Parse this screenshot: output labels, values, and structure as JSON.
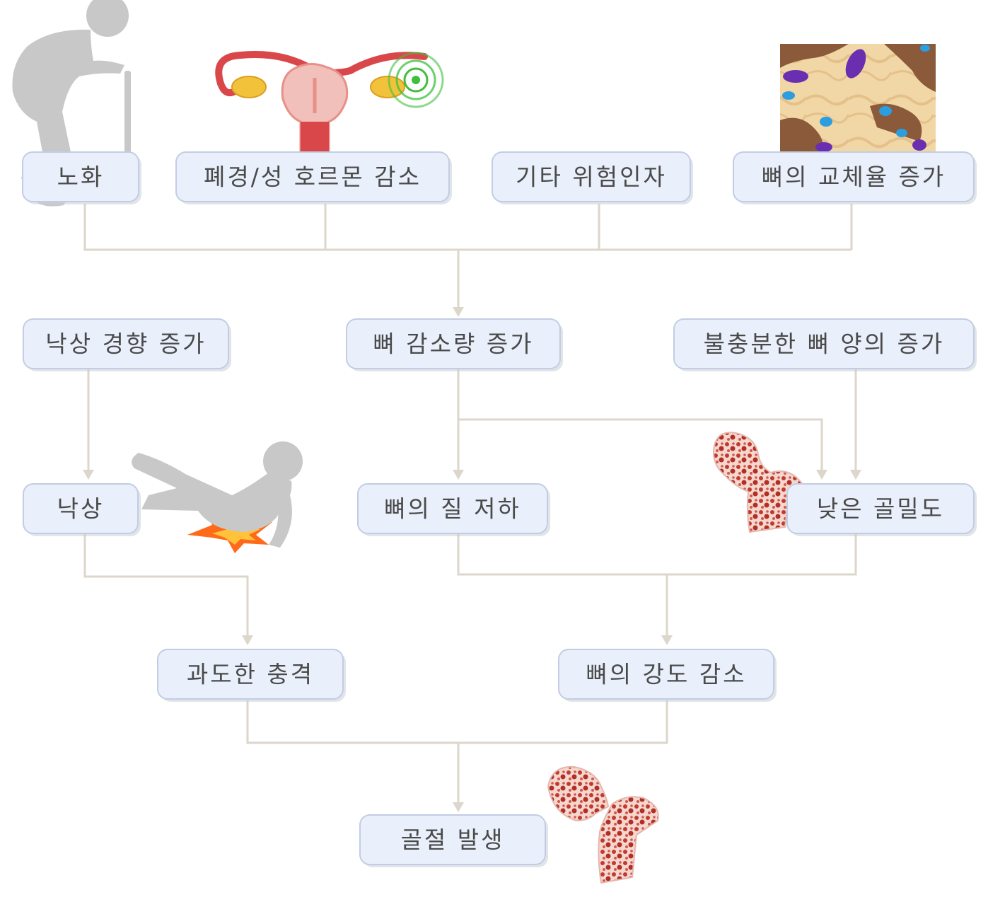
{
  "nodes": {
    "aging": "노화",
    "menopause": "폐경/성 호르몬 감소",
    "other_risk": "기타 위험인자",
    "bone_turnover": "뼈의 교체율 증가",
    "fall_tendency": "낙상 경향 증가",
    "bone_loss": "뼈 감소량 증가",
    "insufficient_bone": "불충분한 뼈 양의 증가",
    "fall": "낙상",
    "bone_quality": "뼈의 질 저하",
    "low_density": "낮은 골밀도",
    "excess_impact": "과도한 충격",
    "bone_strength": "뼈의 강도 감소",
    "fracture": "골절 발생"
  },
  "colors": {
    "node_fill": "#eaf0fb",
    "node_border": "#c2cde3",
    "connector": "#ddd6cb",
    "text": "#4a4a4a",
    "silhouette": "#c8c8c8",
    "bone": "#c23a2e",
    "uterus": "#d9474a",
    "ovary": "#f2c33a",
    "highlight_rings": "#3fbf3f"
  },
  "illustrations": [
    "elderly-person-icon",
    "uterus-icon",
    "bone-tissue-icon",
    "falling-person-icon",
    "femur-bone-icon",
    "fractured-femur-icon"
  ]
}
